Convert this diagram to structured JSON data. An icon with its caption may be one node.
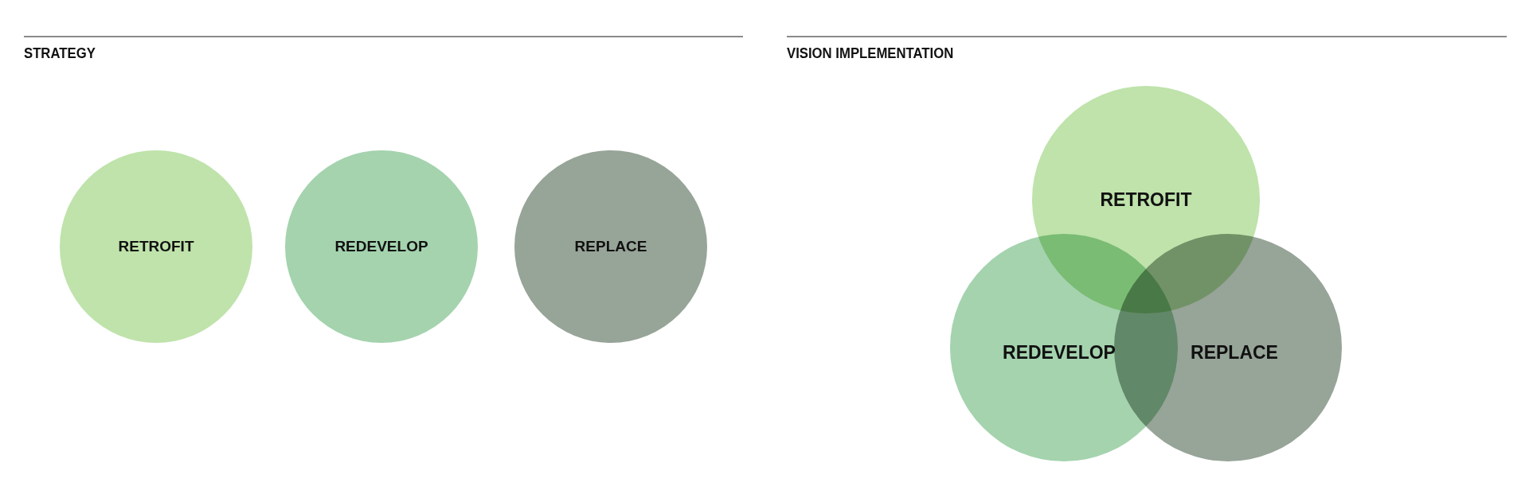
{
  "diagram": {
    "nodes": [
      {
        "text": [
          "RETROFIT"
        ]
      },
      {
        "text": [
          "REDEVELOP"
        ]
      },
      {
        "text": [
          "REPLACE"
        ]
      },
      {
        "text": [
          "RETROFIT"
        ]
      },
      {
        "text": [
          "REDEVELOP"
        ]
      },
      {
        "text": [
          "REPLACE"
        ]
      }
    ],
    "labels": [
      "STRATEGY",
      "VISION IMPLEMENTATION"
    ]
  }
}
